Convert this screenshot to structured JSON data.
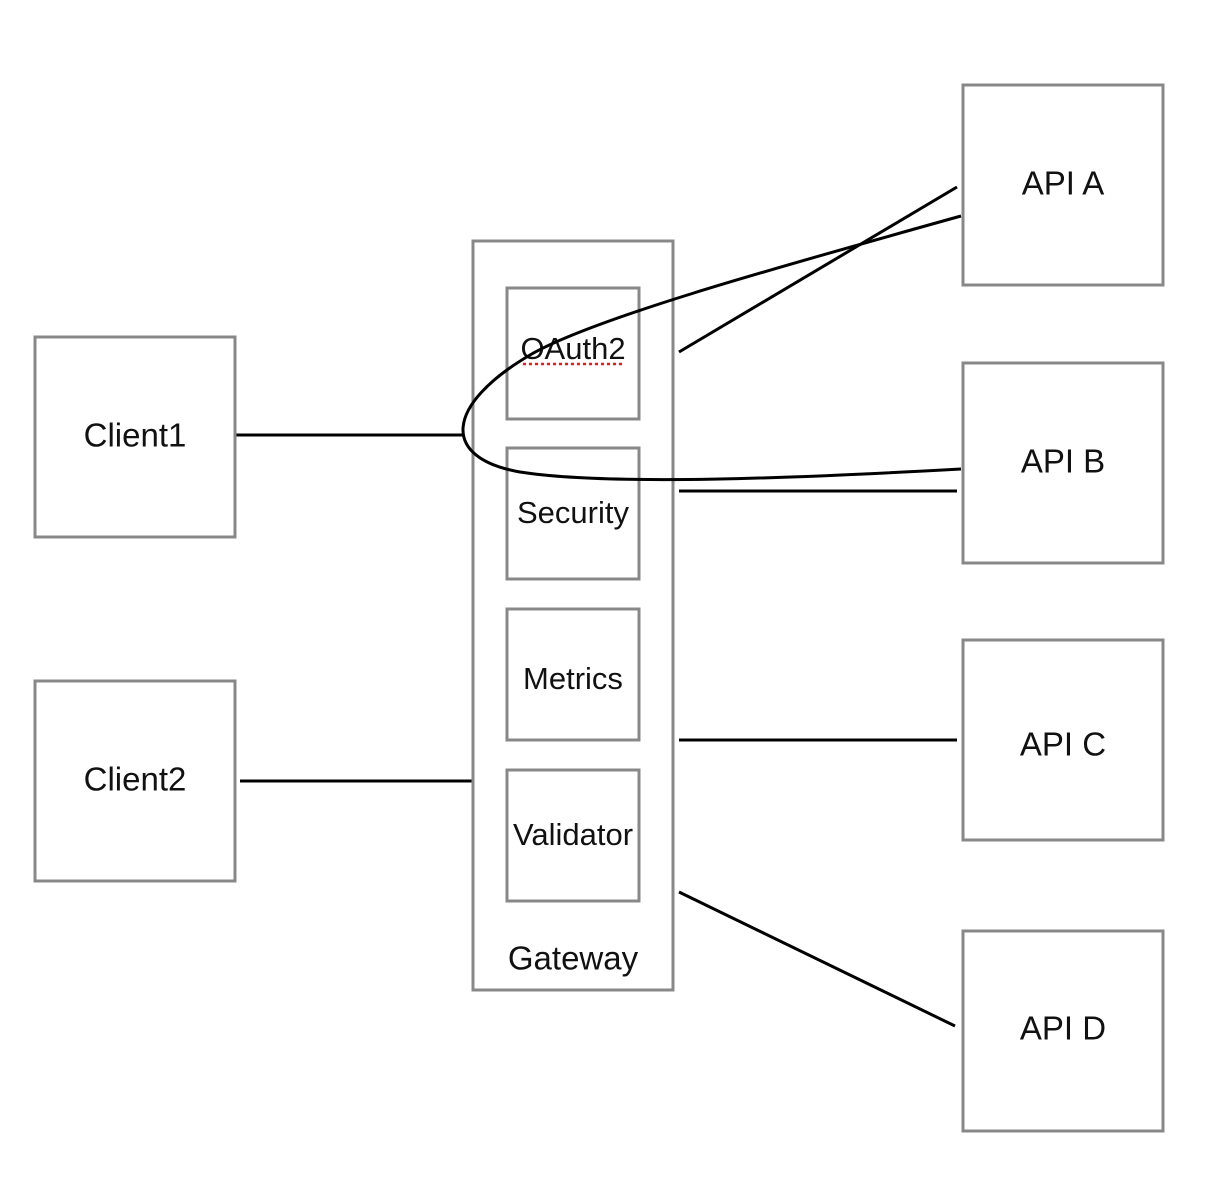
{
  "clients": [
    {
      "label": "Client1"
    },
    {
      "label": "Client2"
    }
  ],
  "gateway": {
    "label": "Gateway",
    "modules": [
      {
        "label": "OAuth2",
        "spellcheck_flag": true
      },
      {
        "label": "Security"
      },
      {
        "label": "Metrics"
      },
      {
        "label": "Validator"
      }
    ]
  },
  "apis": [
    {
      "label": "API A"
    },
    {
      "label": "API B"
    },
    {
      "label": "API C"
    },
    {
      "label": "API D"
    }
  ],
  "colors": {
    "box_border": "#888888",
    "connector": "#000000",
    "spellcheck_underline": "#e02020"
  }
}
